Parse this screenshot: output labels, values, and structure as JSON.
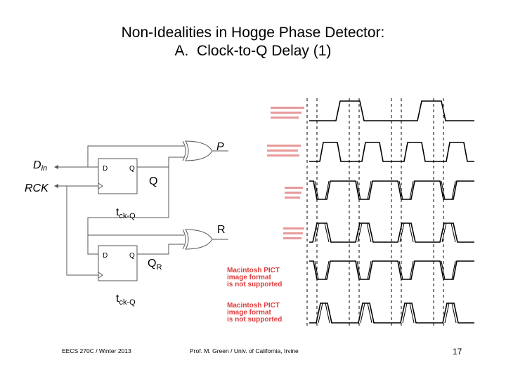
{
  "title": {
    "line1": "Non-Idealities in Hogge Phase Detector:",
    "line2": "A.  Clock-to-Q Delay (1)"
  },
  "circuit": {
    "din": {
      "main": "D",
      "sub": "in"
    },
    "rck": "RCK",
    "p": "P",
    "q": "Q",
    "r": "R",
    "qr": {
      "main": "Q",
      "sub": "R"
    },
    "tckq_top": {
      "main": "t",
      "sub": "ck-Q"
    },
    "tckq_bottom": {
      "main": "t",
      "sub": "ck-Q"
    },
    "ff_d": "D",
    "ff_q": "Q"
  },
  "pict_placeholder": {
    "large_lines": [
      "Macintosh PICT",
      "image format",
      "is not supported"
    ]
  },
  "footer": {
    "left": "EECS 270C / Winter 2013",
    "center": "Prof. M. Green / Univ. of California, Irvine",
    "page": "17"
  },
  "colors": {
    "placeholder_text": "#e03c3c",
    "dashed_grid": "#000000"
  }
}
